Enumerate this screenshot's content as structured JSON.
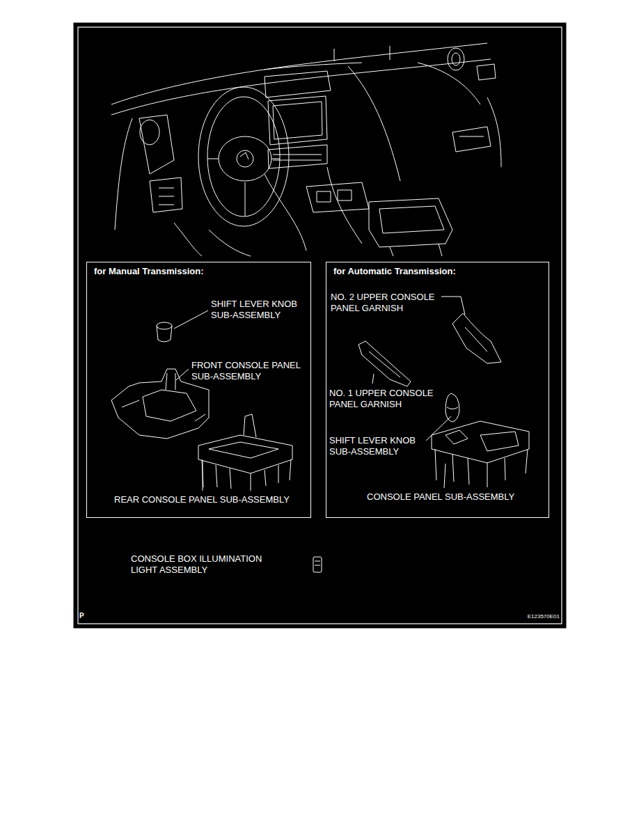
{
  "diagram": {
    "nodes": [
      {
        "text": [
          "for Manual Transmission:",
          "SHIFT LEVER KNOB SUB-ASSEMBLY",
          "FRONT CONSOLE PANEL SUB-ASSEMBLY",
          "REAR CONSOLE PANEL SUB-ASSEMBLY"
        ]
      },
      {
        "text": [
          "for Automatic Transmission:",
          "NO. 2 UPPER CONSOLE PANEL GARNISH",
          "NO. 1 UPPER CONSOLE PANEL GARNISH",
          "SHIFT LEVER KNOB SUB-ASSEMBLY",
          "CONSOLE PANEL SUB-ASSEMBLY"
        ]
      }
    ],
    "labels": [
      "CONSOLE BOX ILLUMINATION LIGHT ASSEMBLY",
      "P",
      "E123570E01"
    ]
  }
}
